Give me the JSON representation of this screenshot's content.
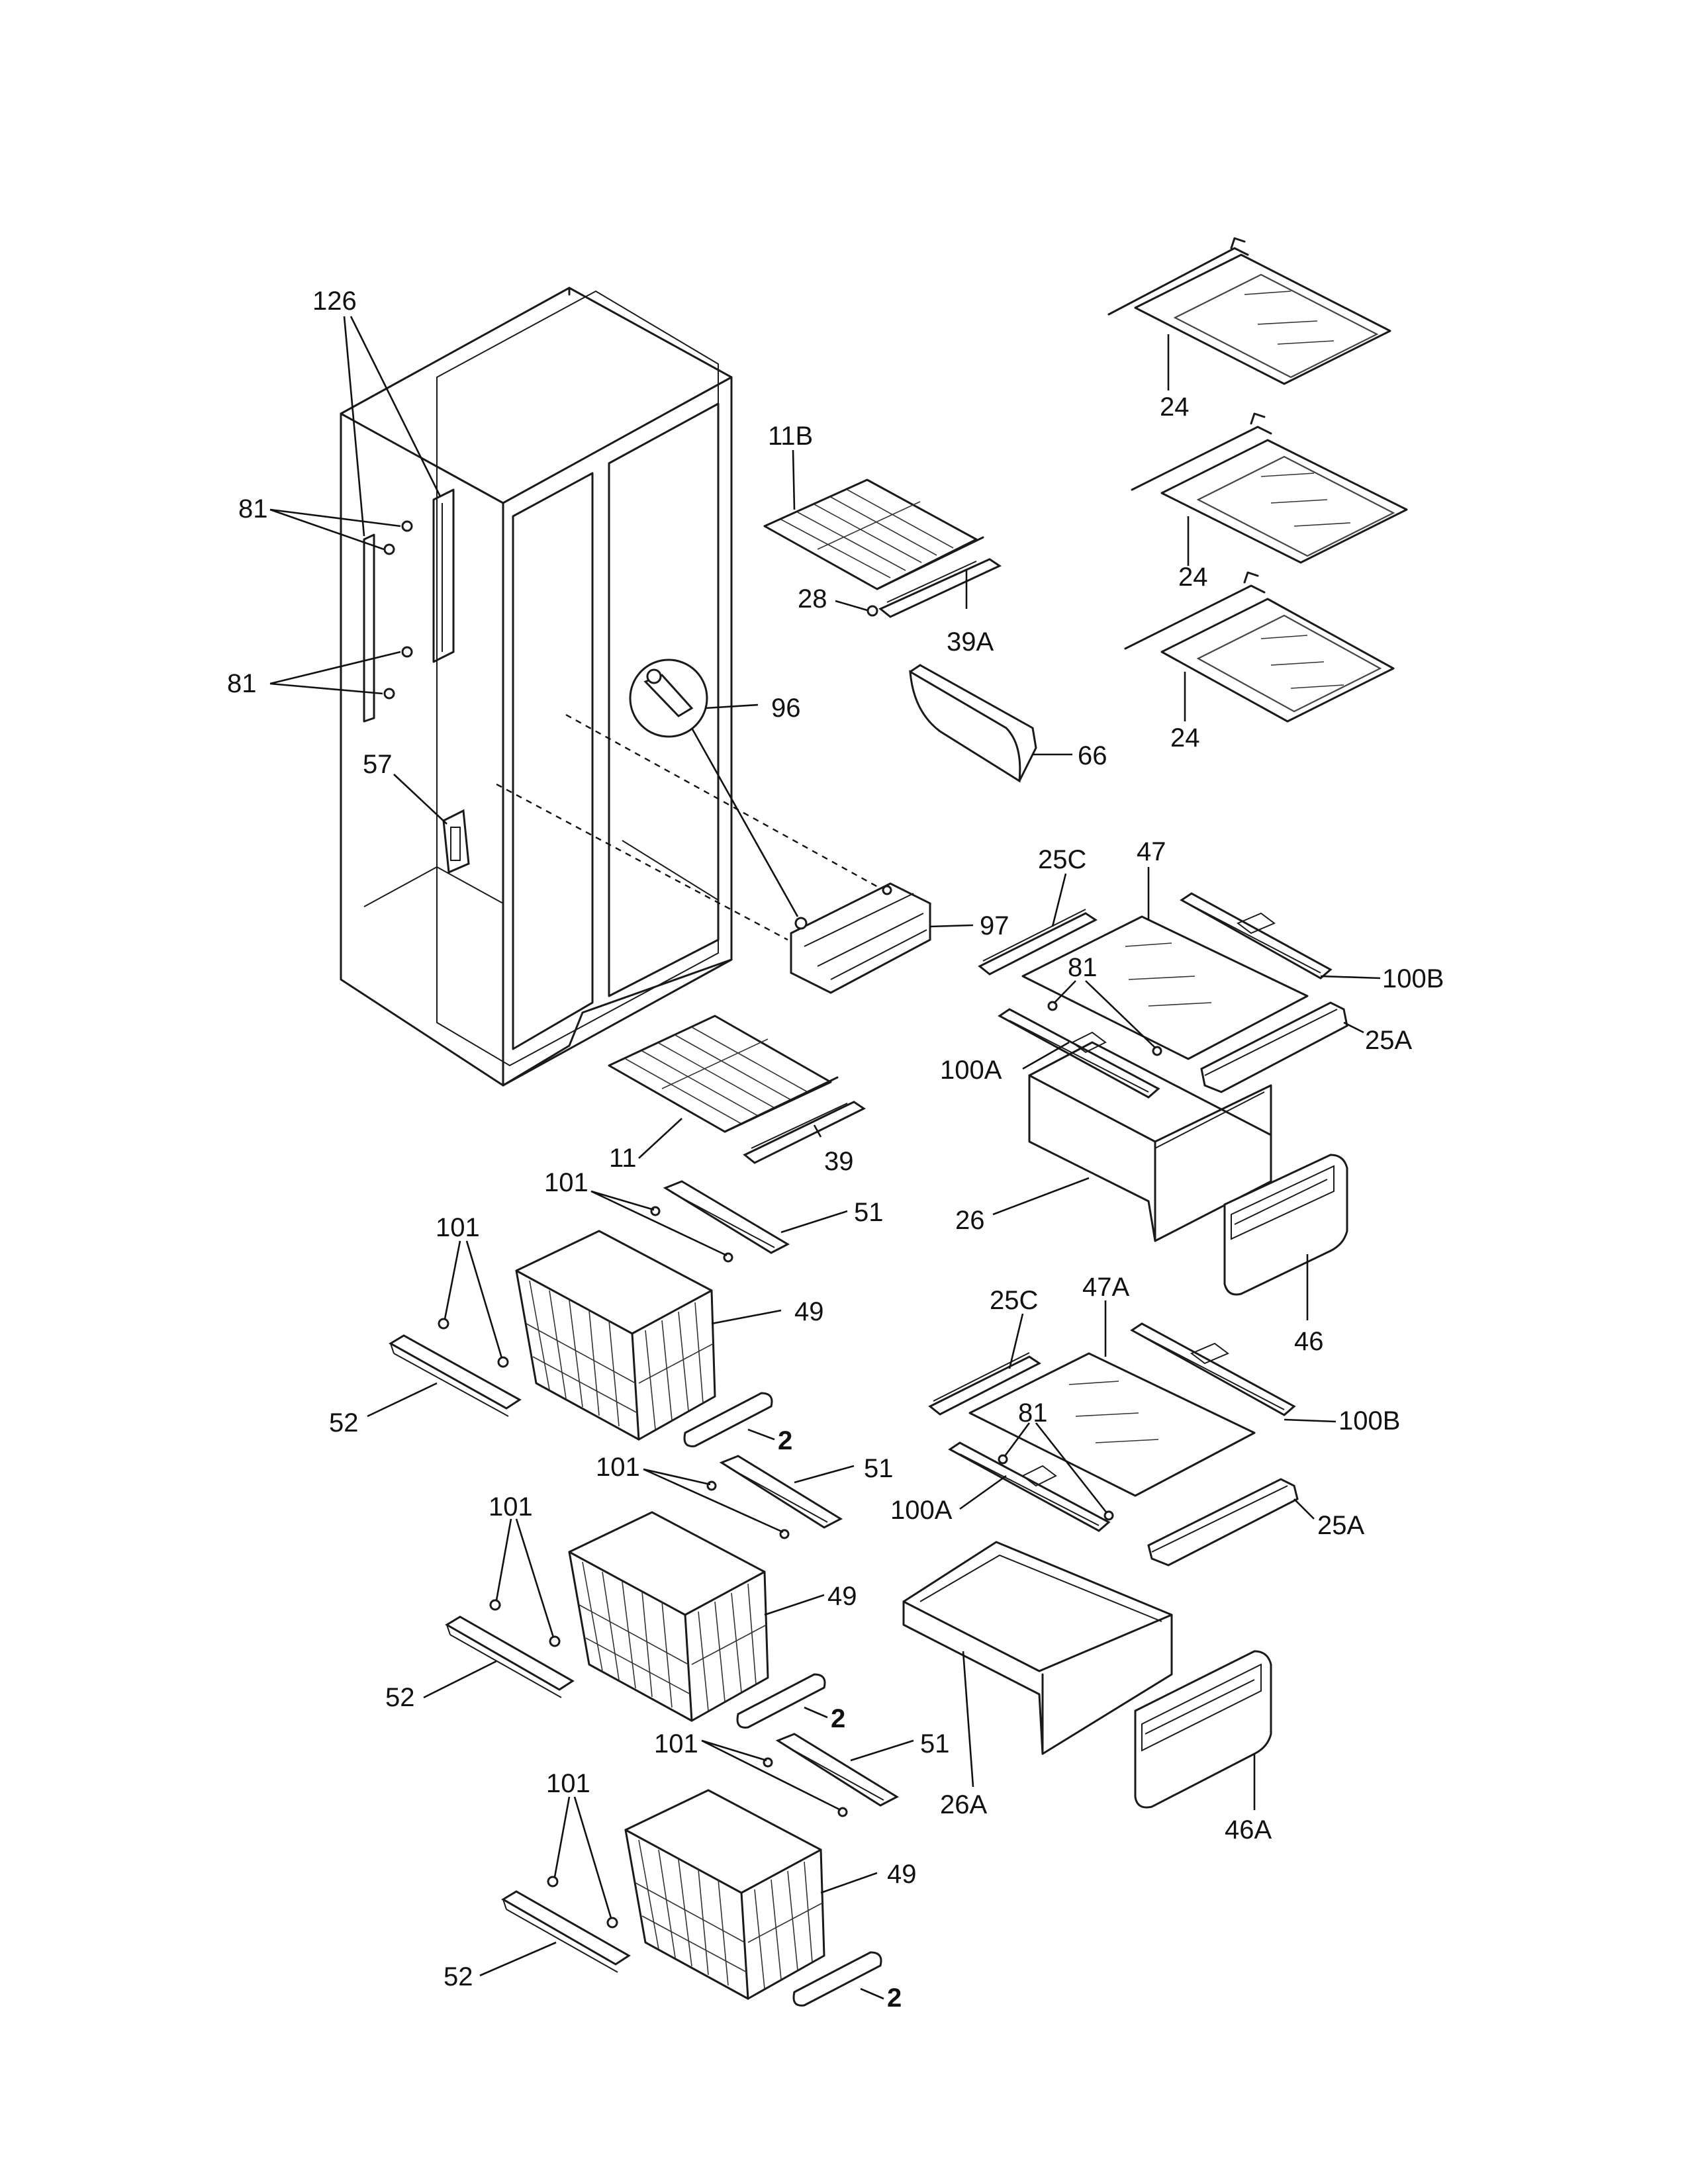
{
  "labels": {
    "l126": "126",
    "l81a": "81",
    "l81b": "81",
    "l57": "57",
    "l11B": "11B",
    "l28": "28",
    "l39A": "39A",
    "l96": "96",
    "l66": "66",
    "l24a": "24",
    "l24b": "24",
    "l24c": "24",
    "l25C_a": "25C",
    "l47": "47",
    "l97": "97",
    "l100B_a": "100B",
    "l81c": "81",
    "l100A_a": "100A",
    "l25A_a": "25A",
    "l11": "11",
    "l39": "39",
    "l101_a": "101",
    "l51_a": "51",
    "l26": "26",
    "l101_b": "101",
    "l49_a": "49",
    "l46": "46",
    "l52_a": "52",
    "l2_a": "2",
    "l25C_b": "25C",
    "l47A": "47A",
    "l100B_b": "100B",
    "l81d": "81",
    "l101_c": "101",
    "l51_b": "51",
    "l100A_b": "100A",
    "l25A_b": "25A",
    "l101_d": "101",
    "l49_b": "49",
    "l52_b": "52",
    "l2_b": "2",
    "l101_e": "101",
    "l51_c": "51",
    "l26A": "26A",
    "l46A": "46A",
    "l101_f": "101",
    "l49_c": "49",
    "l52_c": "52",
    "l2_c": "2"
  }
}
